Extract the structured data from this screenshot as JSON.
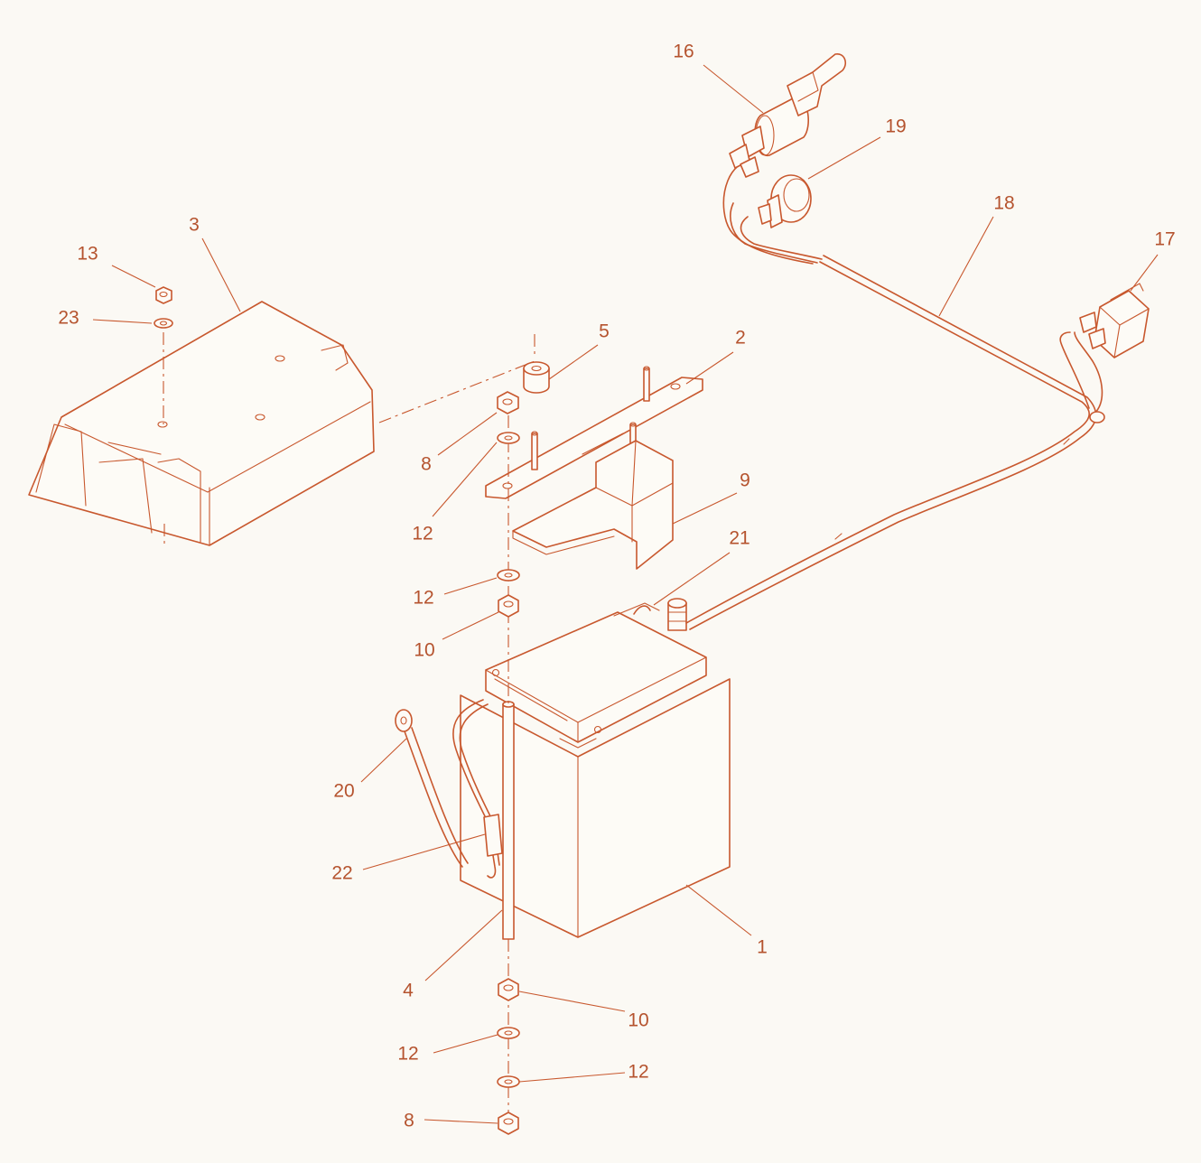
{
  "colors": {
    "line": "#c8582e",
    "label": "#b5532e",
    "background": "#fbf9f4"
  },
  "callouts": [
    "16",
    "19",
    "18",
    "17",
    "3",
    "13",
    "23",
    "5",
    "2",
    "8",
    "12",
    "9",
    "21",
    "12",
    "10",
    "20",
    "22",
    "1",
    "4",
    "10",
    "12",
    "12",
    "8"
  ],
  "parts": {
    "battery": "battery",
    "battery_cover": "battery-cover",
    "hold_down_bracket": "hold-down-bracket",
    "battery_bracket": "battery-bracket",
    "tie_rod": "tie-rod",
    "spacer": "spacer",
    "ignition_switch": "ignition-switch",
    "switch_module": "switch-module",
    "round_switch": "round-switch",
    "wire_harness": "wire-harness",
    "ground_cable": "ground-cable",
    "positive_cable": "positive-cable",
    "terminal_post": "terminal-post"
  }
}
